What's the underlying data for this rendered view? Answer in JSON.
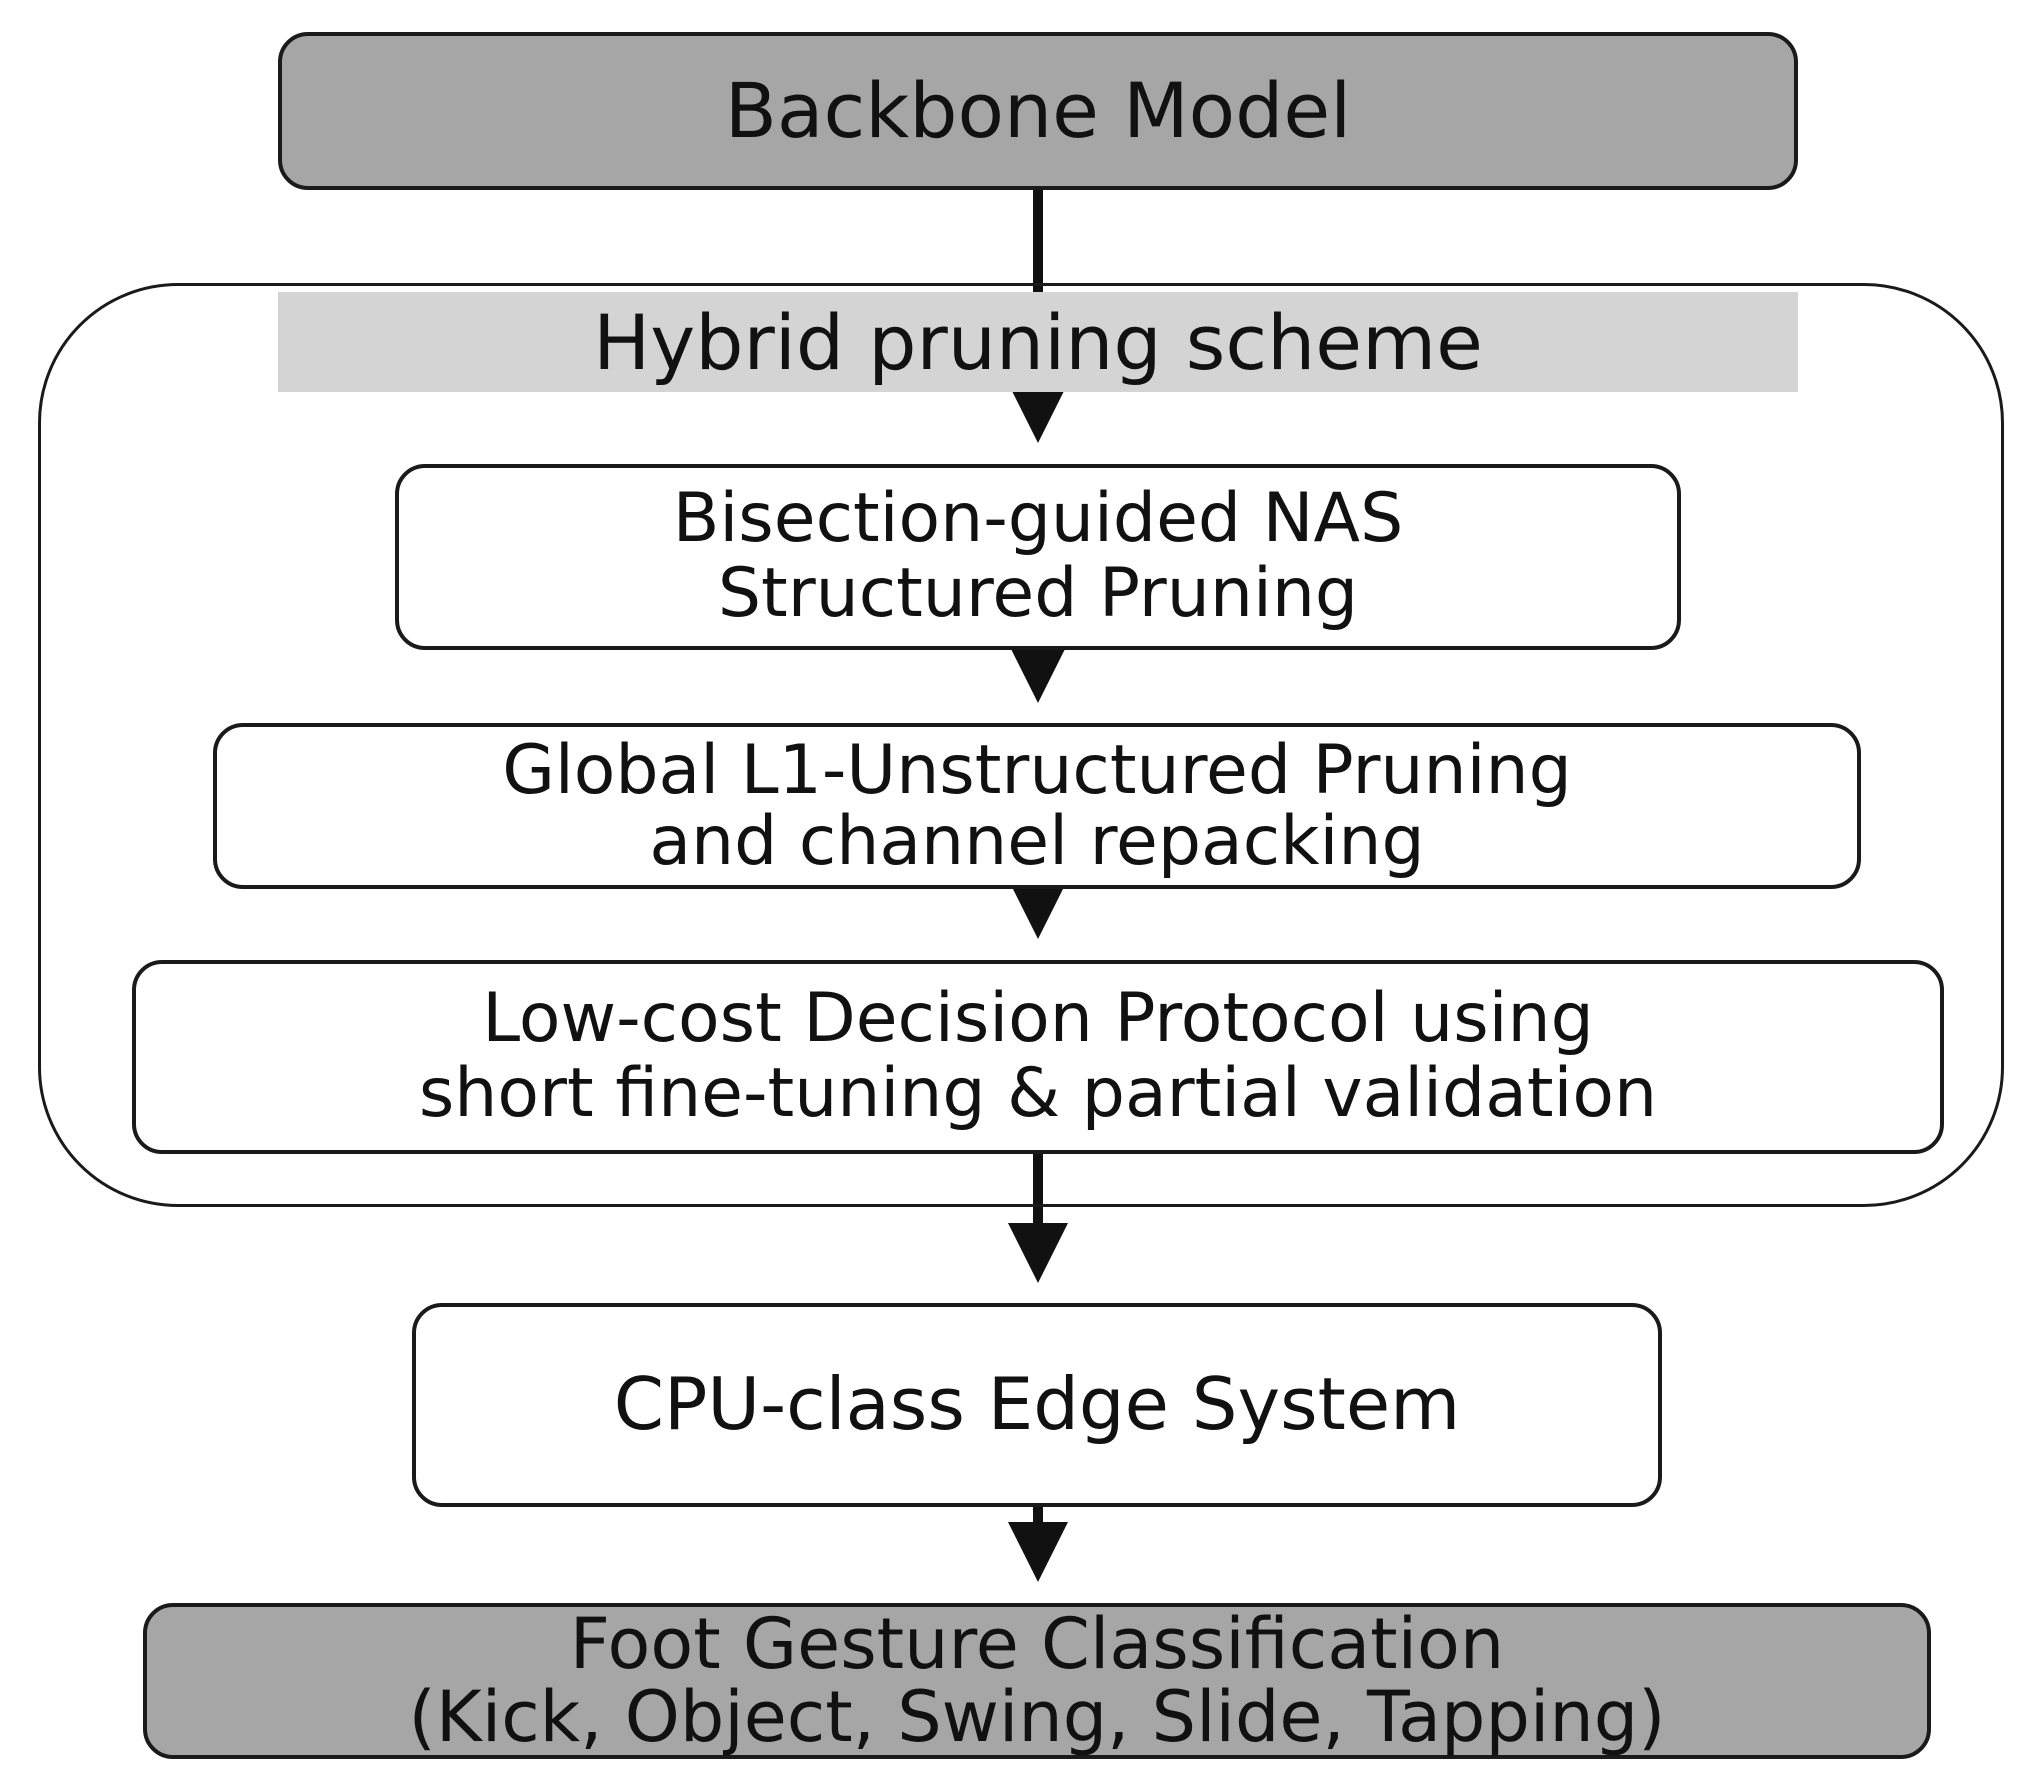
{
  "backbone": {
    "label": "Backbone Model"
  },
  "scheme": {
    "title": "Hybrid pruning scheme",
    "steps": [
      {
        "lines": [
          "Bisection-guided NAS",
          "Structured Pruning"
        ]
      },
      {
        "lines": [
          "Global L1-Unstructured Pruning",
          "and channel repacking"
        ]
      },
      {
        "lines": [
          "Low-cost Decision Protocol using",
          "short fine-tuning & partial validation"
        ]
      }
    ]
  },
  "edge": {
    "label": "CPU-class Edge System"
  },
  "output": {
    "lines": [
      "Foot Gesture Classification",
      "(Kick, Object, Swing, Slide, Tapping)"
    ]
  }
}
